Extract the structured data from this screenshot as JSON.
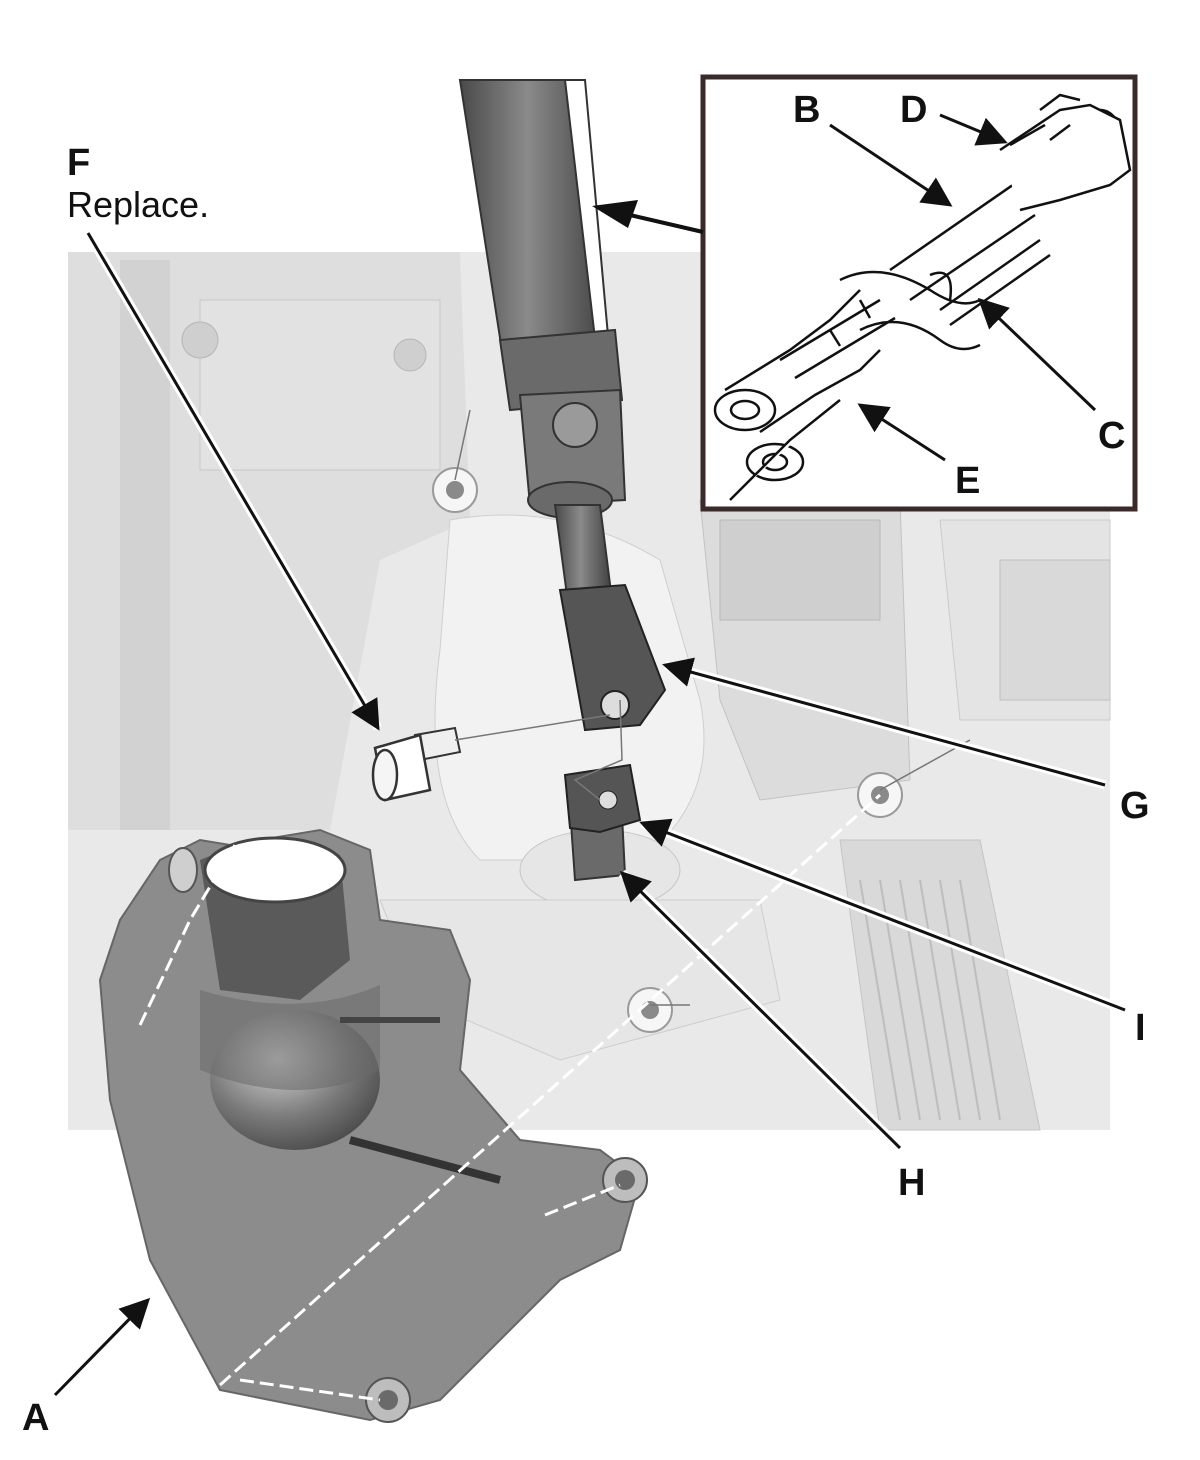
{
  "labels": {
    "A": "A",
    "B": "B",
    "C": "C",
    "D": "D",
    "E": "E",
    "F": "F",
    "F_note": "Replace.",
    "G": "G",
    "H": "H",
    "I": "I"
  }
}
